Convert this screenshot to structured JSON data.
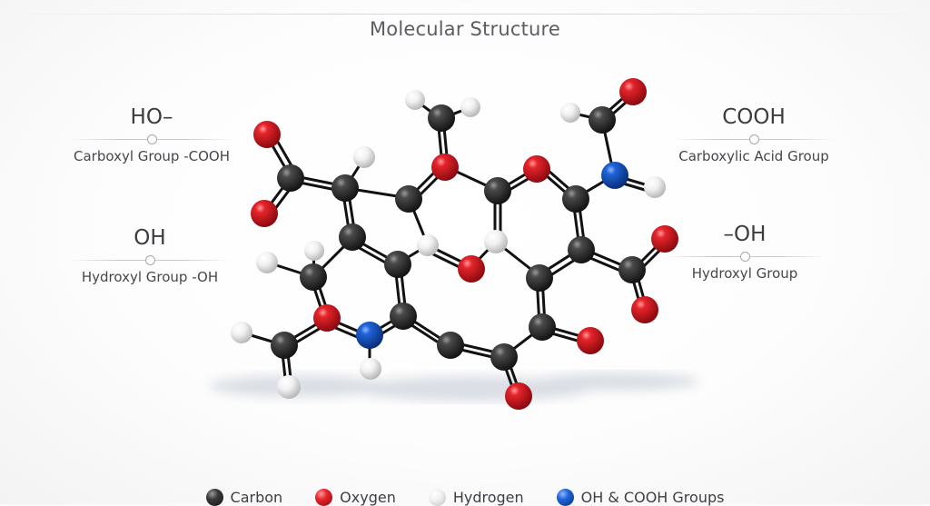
{
  "title": "Molecular Structure",
  "labels": {
    "left_top": {
      "formula": "HO–",
      "name": "Carboxyl Group -COOH"
    },
    "left_bottom": {
      "formula": "OH",
      "name": "Hydroxyl Group -OH"
    },
    "right_top": {
      "formula": "COOH",
      "name": "Carboxylic Acid Group"
    },
    "right_bottom": {
      "formula": "–OH",
      "name": "Hydroxyl Group"
    }
  },
  "legend": [
    {
      "label": "Carbon",
      "color": "#2b2b2b"
    },
    {
      "label": "Oxygen",
      "color": "#d0141b"
    },
    {
      "label": "Hydrogen",
      "color": "#eeeeee"
    },
    {
      "label": "OH & COOH Groups",
      "color": "#1456c8"
    }
  ],
  "atom_colors": {
    "C": "#2b2b2b",
    "O": "#d0141b",
    "H": "#e6e6e6",
    "N": "#1456c8"
  }
}
